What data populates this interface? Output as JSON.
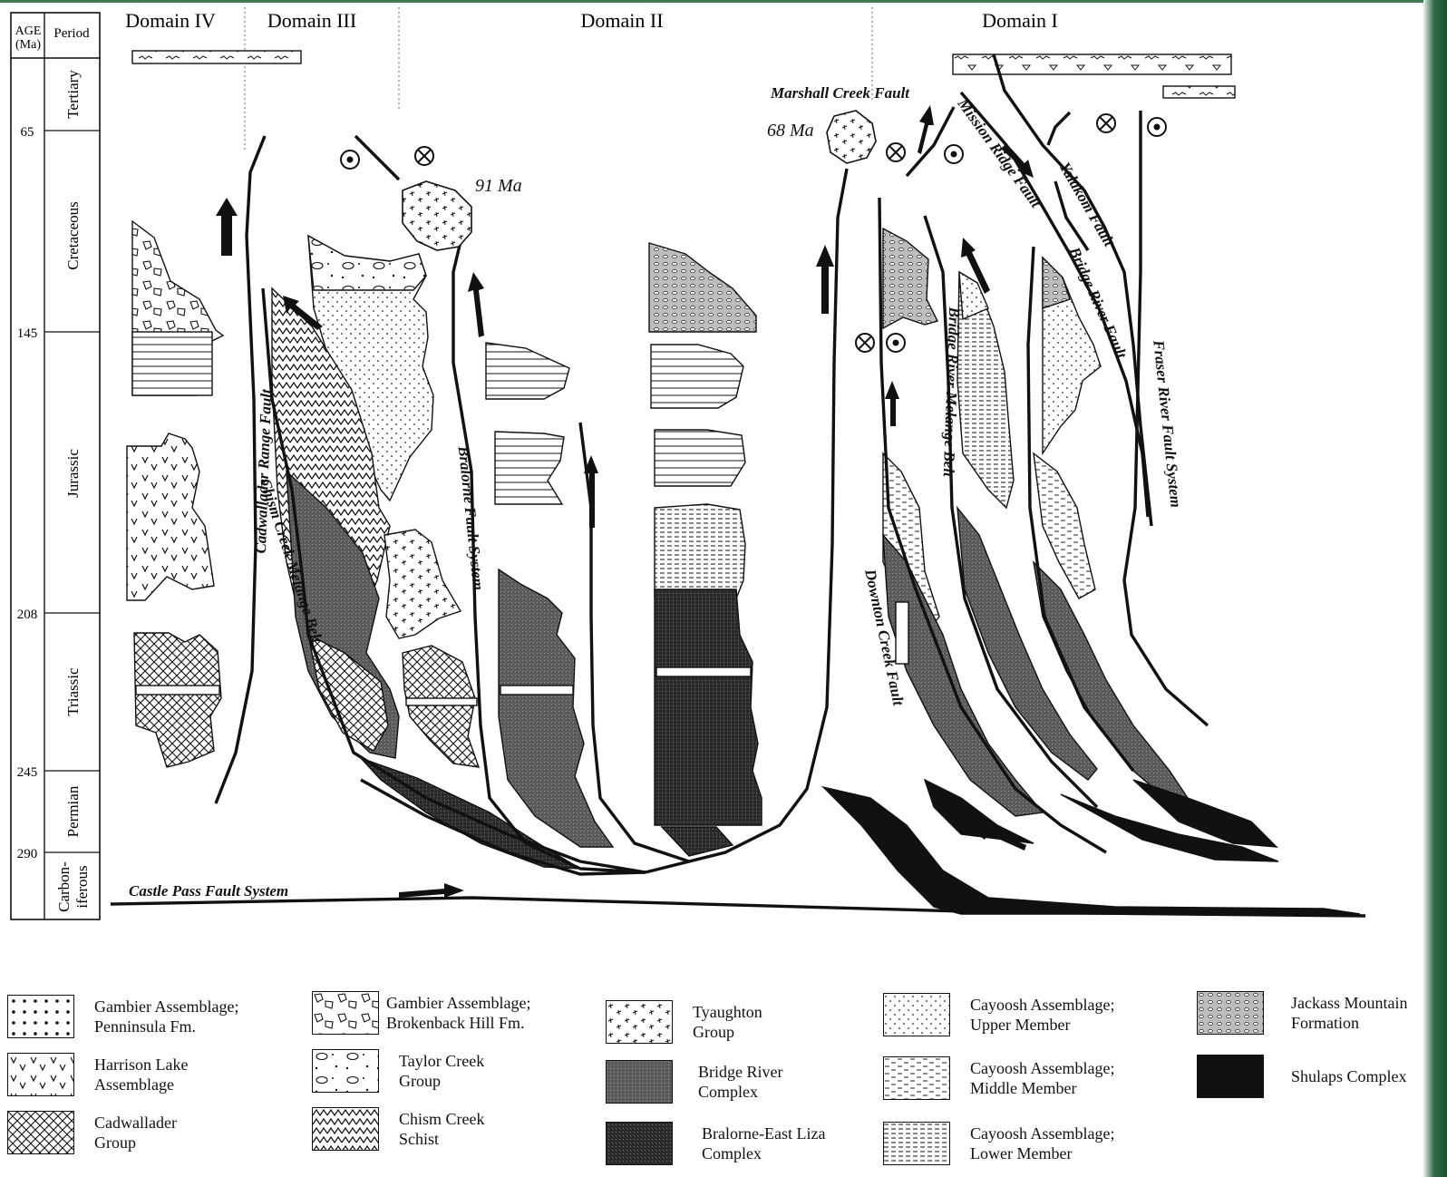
{
  "header": {
    "age_label": "AGE\n(Ma)",
    "period_label": "Period",
    "domains": [
      "Domain IV",
      "Domain III",
      "Domain II",
      "Domain I"
    ]
  },
  "time_scale": {
    "ages": [
      "65",
      "145",
      "208",
      "245",
      "290"
    ],
    "periods": [
      "Tertiary",
      "Cretaceous",
      "Jurassic",
      "Triassic",
      "Permian",
      "Carbon-\niferous"
    ]
  },
  "faults": {
    "cadwallader": "Cadwallader Range Fault",
    "chism_belt": "Chism Creek Melange Belt",
    "bralorne": "Bralorne Fault System",
    "castle_pass": "Castle Pass Fault System",
    "marshall": "Marshall Creek Fault",
    "mission": "Mission Ridge Fault",
    "yalakom": "Yalakom Fault",
    "bridge_river_fault": "Bridge River Fault",
    "fraser": "Fraser River Fault System",
    "bridge_river_belt": "Bridge River Melange Belt",
    "downton": "Downton Creek Fault"
  },
  "ages_annot": {
    "a91": "91 Ma",
    "a68": "68 Ma"
  },
  "legend": [
    {
      "label": "Gambier Assemblage;\nPenninsula Fm.",
      "pattern": "dots"
    },
    {
      "label": "Harrison Lake\nAssemblage",
      "pattern": "vees"
    },
    {
      "label": "Cadwallader\nGroup",
      "pattern": "crosshatch"
    },
    {
      "label": "Gambier Assemblage;\nBrokenback Hill Fm.",
      "pattern": "breccia"
    },
    {
      "label": "Taylor Creek\nGroup",
      "pattern": "ovals"
    },
    {
      "label": "Chism Creek\nSchist",
      "pattern": "zigzag"
    },
    {
      "label": "Tyaughton\nGroup",
      "pattern": "ticks"
    },
    {
      "label": "Bridge River\nComplex",
      "pattern": "dark-grey"
    },
    {
      "label": "Bralorne-East Liza\nComplex",
      "pattern": "darker-grey"
    },
    {
      "label": "Cayoosh Assemblage;\nUpper Member",
      "pattern": "fine-dots"
    },
    {
      "label": "Cayoosh Assemblage;\nMiddle Member",
      "pattern": "dashed-lines"
    },
    {
      "label": "Cayoosh Assemblage;\nLower Member",
      "pattern": "dense-dashes"
    },
    {
      "label": "Jackass Mountain\nFormation",
      "pattern": "conglomerate"
    },
    {
      "label": "Shulaps Complex",
      "pattern": "black"
    }
  ]
}
